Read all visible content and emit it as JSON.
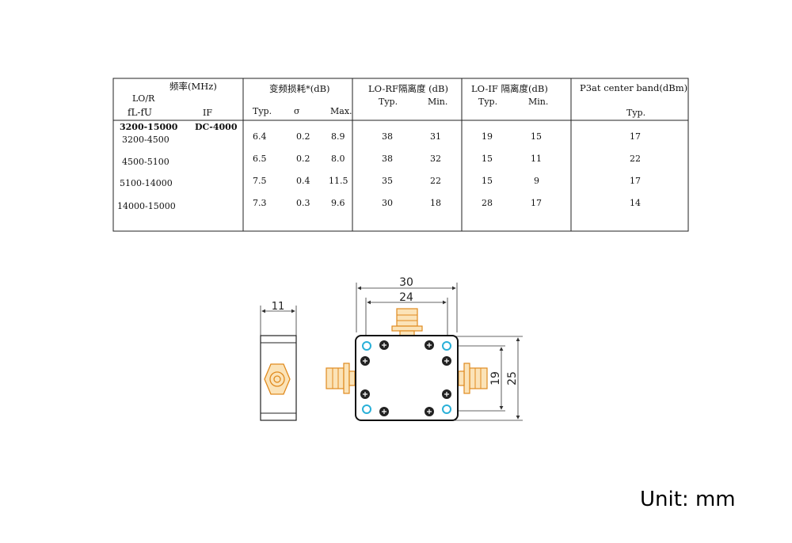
{
  "table": {
    "freq_header": "频率(MHz)",
    "lo_r_label": "LO/R",
    "fl_fu_label": "fL-fU",
    "if_label": "IF",
    "conv_loss_header": "变频损耗*(dB)",
    "conv_typ": "Typ.",
    "conv_sigma": "σ",
    "conv_max": "Max.",
    "lorf_header": "LO-RF隔离度 (dB)",
    "lorf_typ": "Typ.",
    "lorf_min": "Min.",
    "loif_header": "LO-IF 隔离度(dB)",
    "loif_typ": "Typ.",
    "loif_min": "Min.",
    "p3_header": "P3at center band(dBm)",
    "p3_typ": "Typ.",
    "range_lo": "3200-15000",
    "range_if": "DC-4000",
    "rows": [
      {
        "band": "3200-4500",
        "cl_typ": "6.4",
        "cl_sigma": "0.2",
        "cl_max": "8.9",
        "lorf_typ": "38",
        "lorf_min": "31",
        "loif_typ": "19",
        "loif_min": "15",
        "p3": "17"
      },
      {
        "band": "4500-5100",
        "cl_typ": "6.5",
        "cl_sigma": "0.2",
        "cl_max": "8.0",
        "lorf_typ": "38",
        "lorf_min": "32",
        "loif_typ": "15",
        "loif_min": "11",
        "p3": "22"
      },
      {
        "band": "5100-14000",
        "cl_typ": "7.5",
        "cl_sigma": "0.4",
        "cl_max": "11.5",
        "lorf_typ": "35",
        "lorf_min": "22",
        "loif_typ": "15",
        "loif_min": "9",
        "p3": "17"
      },
      {
        "band": "14000-15000",
        "cl_typ": "7.3",
        "cl_sigma": "0.3",
        "cl_max": "9.6",
        "lorf_typ": "30",
        "lorf_min": "18",
        "loif_typ": "28",
        "loif_min": "17",
        "p3": "14"
      }
    ]
  },
  "drawing": {
    "dim_width_outer": "30",
    "dim_width_inner": "24",
    "dim_side_width": "11",
    "dim_height_inner": "19",
    "dim_height_outer": "25",
    "connector_color": "#f2a13a",
    "hole_color": "#2ab0d8"
  },
  "unit_label": "Unit: mm"
}
